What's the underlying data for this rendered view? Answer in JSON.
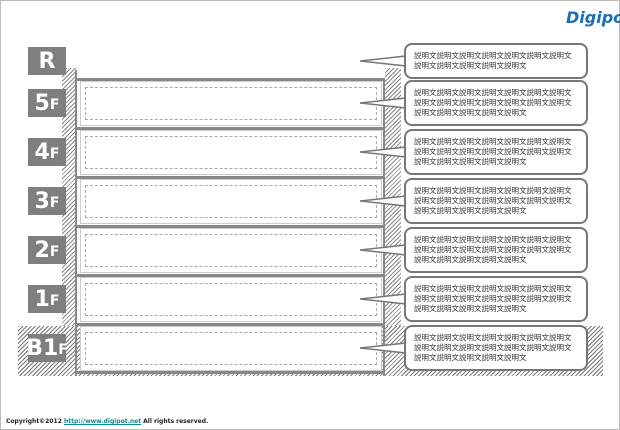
{
  "logo": "Digipot",
  "floors": [
    {
      "num": "R",
      "suffix": "",
      "lines": [
        "説明文説明文説明文説明文説明文説明文説明文",
        "説明文説明文説明文説明文説明文"
      ]
    },
    {
      "num": "5",
      "suffix": "F",
      "lines": [
        "説明文説明文説明文説明文説明文説明文説明文",
        "説明文説明文説明文説明文説明文説明文説明文",
        "説明文説明文説明文説明文説明文"
      ]
    },
    {
      "num": "4",
      "suffix": "F",
      "lines": [
        "説明文説明文説明文説明文説明文説明文説明文",
        "説明文説明文説明文説明文説明文説明文説明文",
        "説明文説明文説明文説明文説明文"
      ]
    },
    {
      "num": "3",
      "suffix": "F",
      "lines": [
        "説明文説明文説明文説明文説明文説明文説明文",
        "説明文説明文説明文説明文説明文説明文説明文",
        "説明文説明文説明文説明文説明文"
      ]
    },
    {
      "num": "2",
      "suffix": "F",
      "lines": [
        "説明文説明文説明文説明文説明文説明文説明文",
        "説明文説明文説明文説明文説明文説明文説明文",
        "説明文説明文説明文説明文説明文"
      ]
    },
    {
      "num": "1",
      "suffix": "F",
      "lines": [
        "説明文説明文説明文説明文説明文説明文説明文",
        "説明文説明文説明文説明文説明文説明文説明文",
        "説明文説明文説明文説明文説明文"
      ]
    },
    {
      "num": "B1",
      "suffix": "F",
      "lines": [
        "説明文説明文説明文説明文説明文説明文説明文",
        "説明文説明文説明文説明文説明文説明文説明文",
        "説明文説明文説明文説明文説明文"
      ]
    }
  ],
  "footer": {
    "prefix": "Copyright©2012 ",
    "link": "http://www.digipot.net",
    "suffix": " All rights reserved."
  }
}
